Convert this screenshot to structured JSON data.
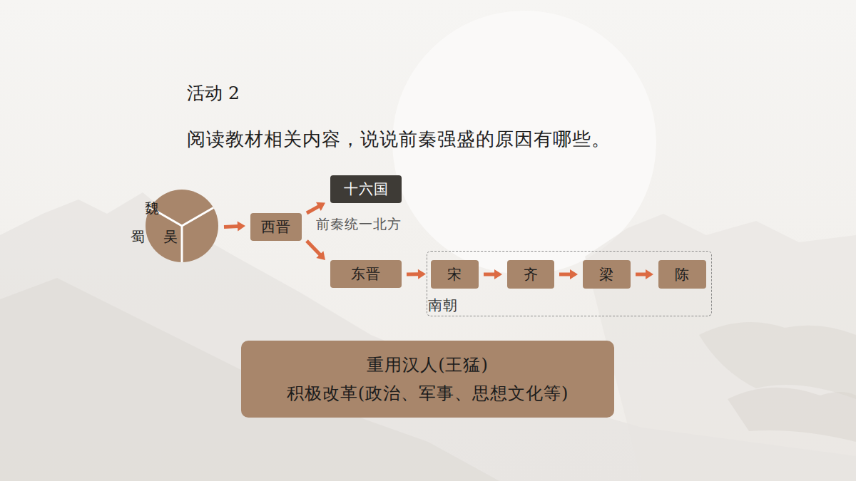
{
  "diagram": {
    "title": "活动 2",
    "nodes": [
      {
        "text": [
          "魏",
          "蜀",
          "吴"
        ]
      },
      {
        "text": [
          "西晋"
        ]
      },
      {
        "text": [
          "十六国"
        ]
      },
      {
        "text": [
          "东晋"
        ]
      },
      {
        "text": [
          "南朝"
        ]
      },
      {
        "text": [
          "宋"
        ],
        "in": 4
      },
      {
        "text": [
          "齐"
        ],
        "in": 4
      },
      {
        "text": [
          "梁"
        ],
        "in": 4
      },
      {
        "text": [
          "陈"
        ],
        "in": 4
      },
      {
        "text": [
          "重用汉人(王猛)",
          "积极改革(政治、军事、思想文化等)"
        ]
      }
    ],
    "edges": [
      {
        "from": 0,
        "to": 1,
        "arrow": "to"
      },
      {
        "from": 1,
        "to": 2,
        "arrow": "to"
      },
      {
        "from": 1,
        "to": 3,
        "arrow": "to"
      },
      {
        "from": 3,
        "to": 5,
        "arrow": "to"
      },
      {
        "from": 5,
        "to": 6,
        "arrow": "to"
      },
      {
        "from": 6,
        "to": 7,
        "arrow": "to"
      },
      {
        "from": 7,
        "to": 8,
        "arrow": "to"
      }
    ],
    "labels": [
      "阅读教材相关内容，说说前秦强盛的原因有哪些。",
      "前秦统一北方"
    ]
  }
}
